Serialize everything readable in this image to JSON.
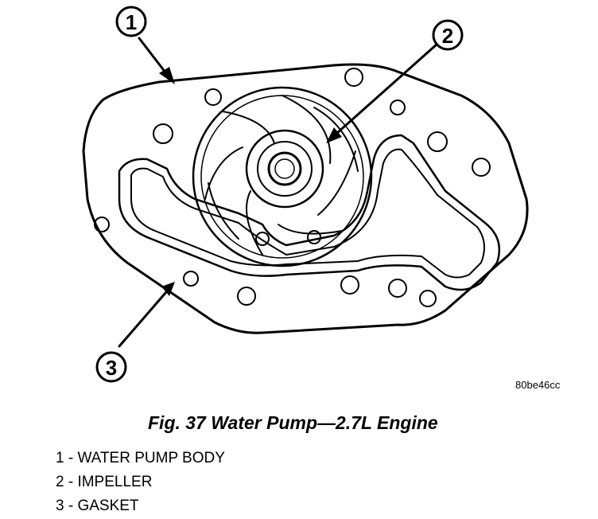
{
  "image_id": "80be46cc",
  "caption": "Fig. 37 Water Pump—2.7L Engine",
  "callouts": [
    {
      "number": "1"
    },
    {
      "number": "2"
    },
    {
      "number": "3"
    }
  ],
  "legend": [
    "1 - WATER PUMP BODY",
    "2 - IMPELLER",
    "3 - GASKET"
  ]
}
